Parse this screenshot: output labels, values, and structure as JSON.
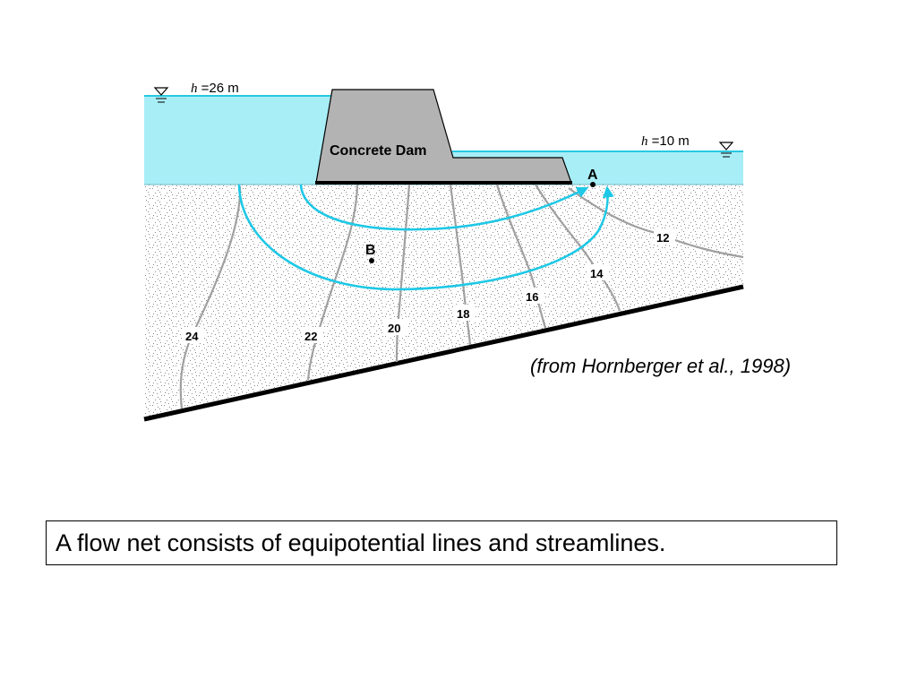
{
  "headwater": {
    "symbol": "h",
    "label": " =26 m"
  },
  "tailwater": {
    "symbol": "h",
    "label": " =10 m"
  },
  "dam": {
    "label": "Concrete Dam"
  },
  "points": {
    "a": "A",
    "b": "B"
  },
  "equipotential_labels": [
    "24",
    "22",
    "20",
    "18",
    "16",
    "14",
    "12"
  ],
  "citation": "(from Hornberger et al., 1998)",
  "caption": "A flow net consists of equipotential lines and streamlines.",
  "colors": {
    "water": "#a8eef7",
    "water_line": "#27c9e0",
    "dam": "#b3b3b3",
    "streamline": "#1ec8e6",
    "equipotential": "#a0a0a0",
    "soil_stipple": "#808080"
  }
}
